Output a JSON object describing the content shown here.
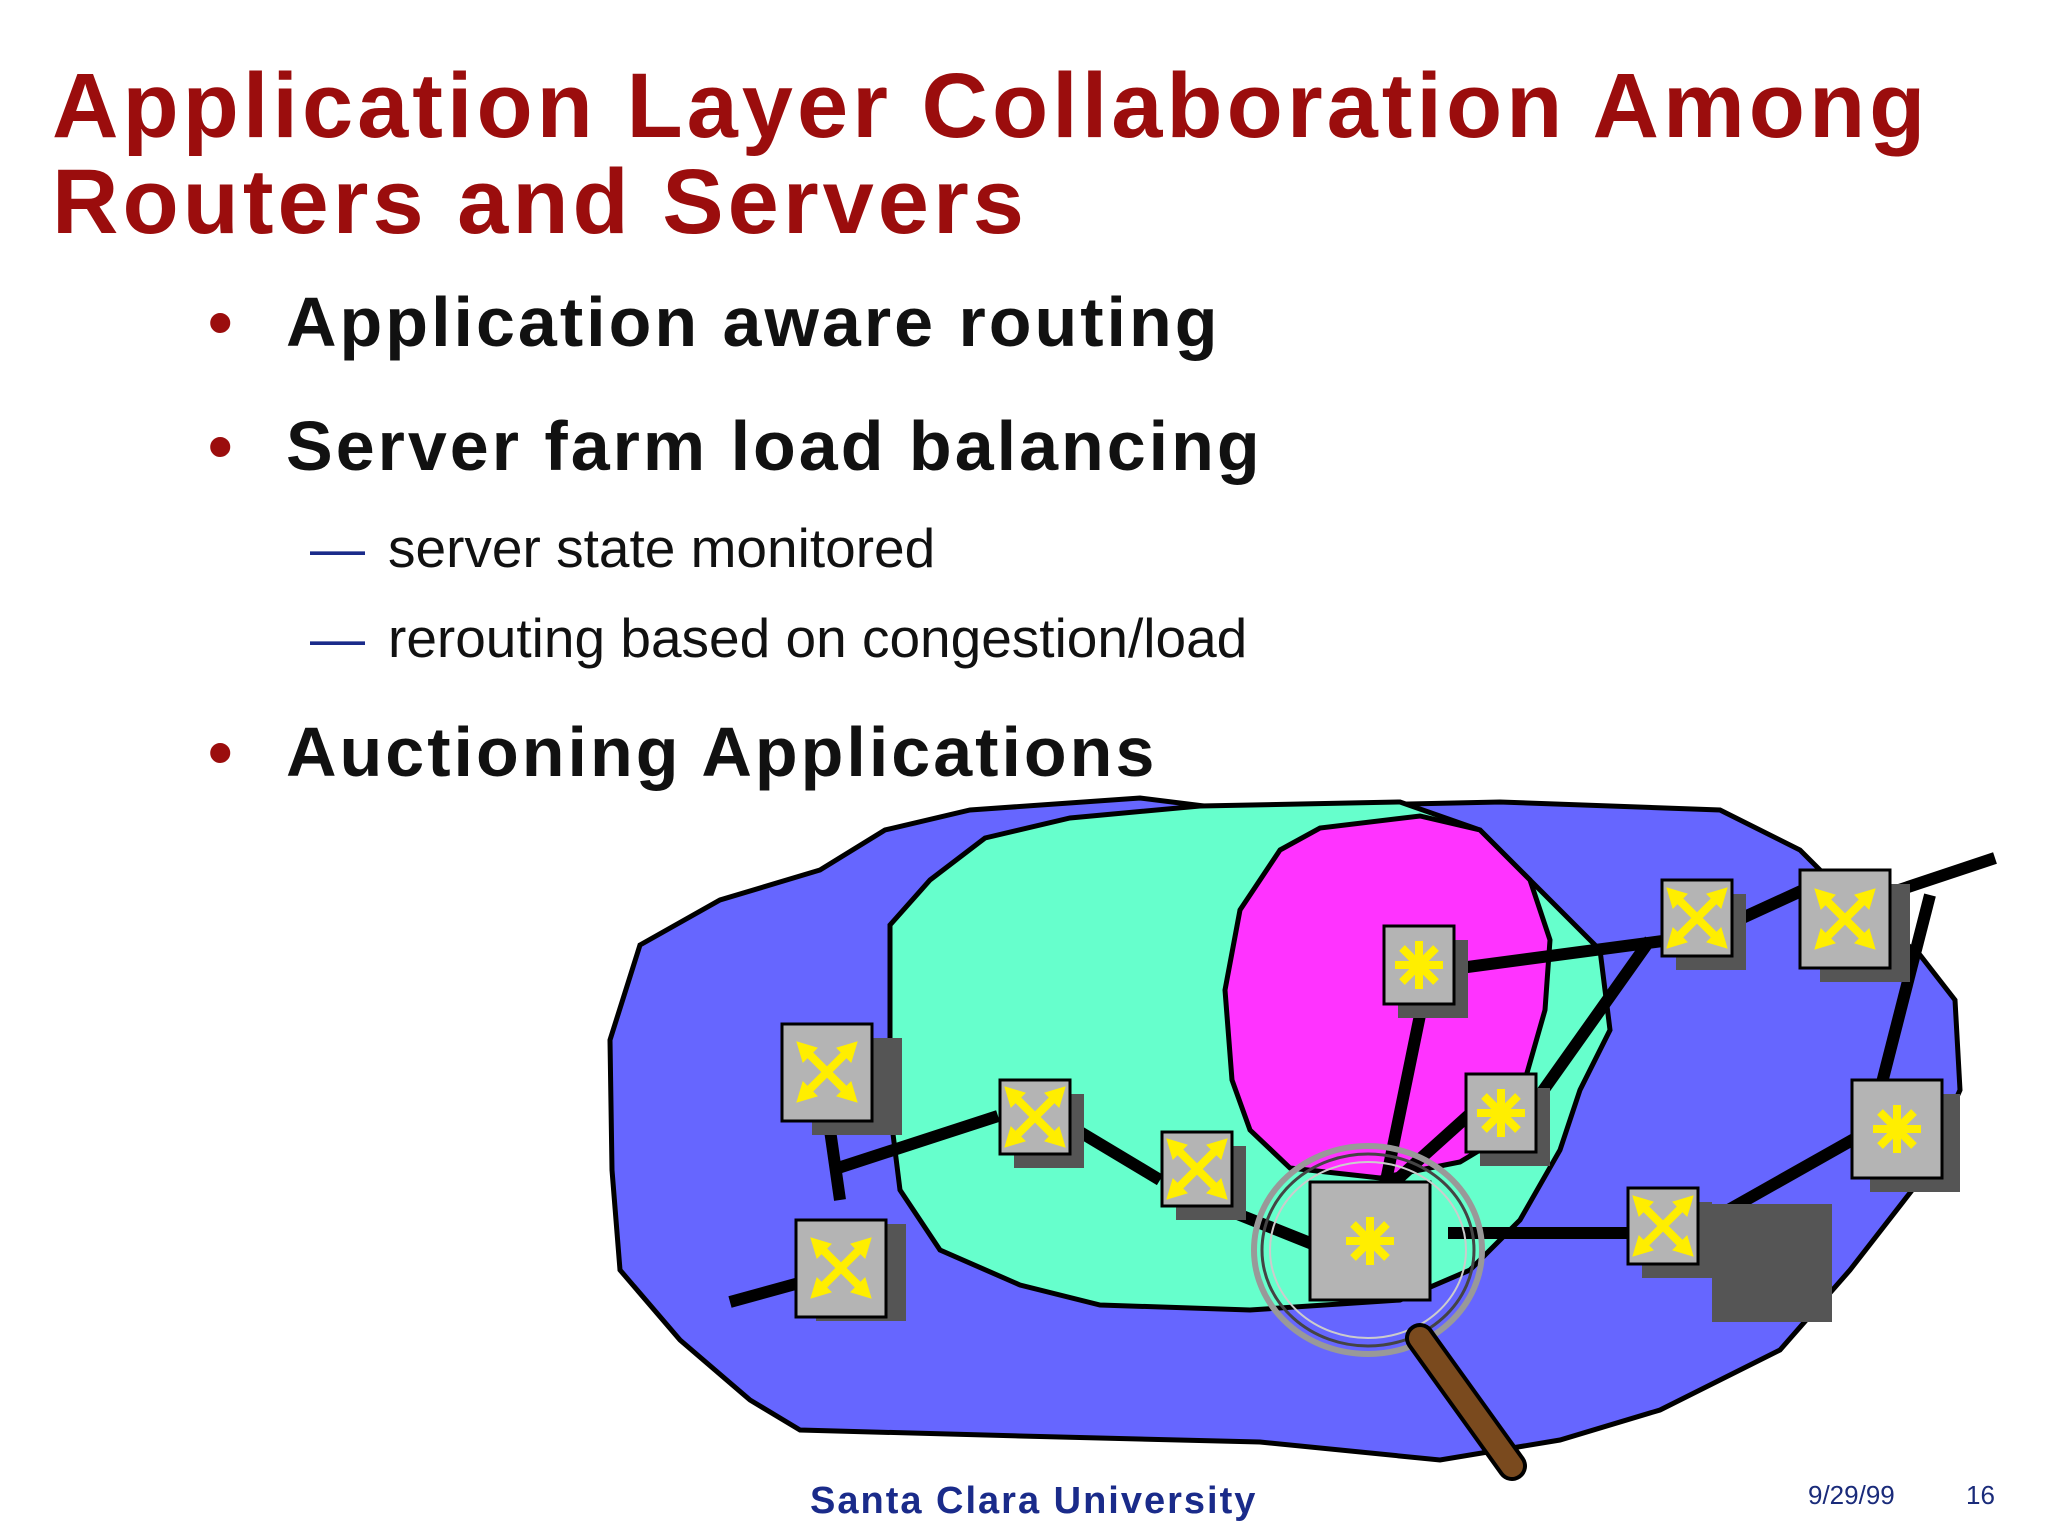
{
  "slide": {
    "title_line1": "Application Layer Collaboration Among",
    "title_line2": "Routers and Servers",
    "bullet_glyph": "•",
    "subbullet_glyph": "—",
    "bullets": [
      "Application aware routing",
      "Server farm load balancing",
      "Auctioning Applications"
    ],
    "subbullets": [
      "server state monitored",
      "rerouting based on congestion/load"
    ],
    "footer": {
      "institution": "Santa Clara University",
      "date": "9/29/99",
      "page": "16"
    }
  },
  "colors": {
    "title": "#9b0d0d",
    "bullet_dot": "#9b0d0d",
    "subbullet_dash": "#1a2b8a",
    "footer_text": "#1a2b8a",
    "outer_region": "#6666ff",
    "middle_region": "#66ffcc",
    "inner_region": "#ff33ff",
    "node_fill": "#b4b4b4",
    "node_symbol": "#ffee00",
    "link": "#000000",
    "magnifier_handle": "#7a4a1e"
  },
  "diagram": {
    "regions": [
      "outer-network",
      "mid-network",
      "inner-network"
    ],
    "node_types": [
      "router-icon",
      "server-icon"
    ],
    "magnifier": "magnifier-icon"
  }
}
